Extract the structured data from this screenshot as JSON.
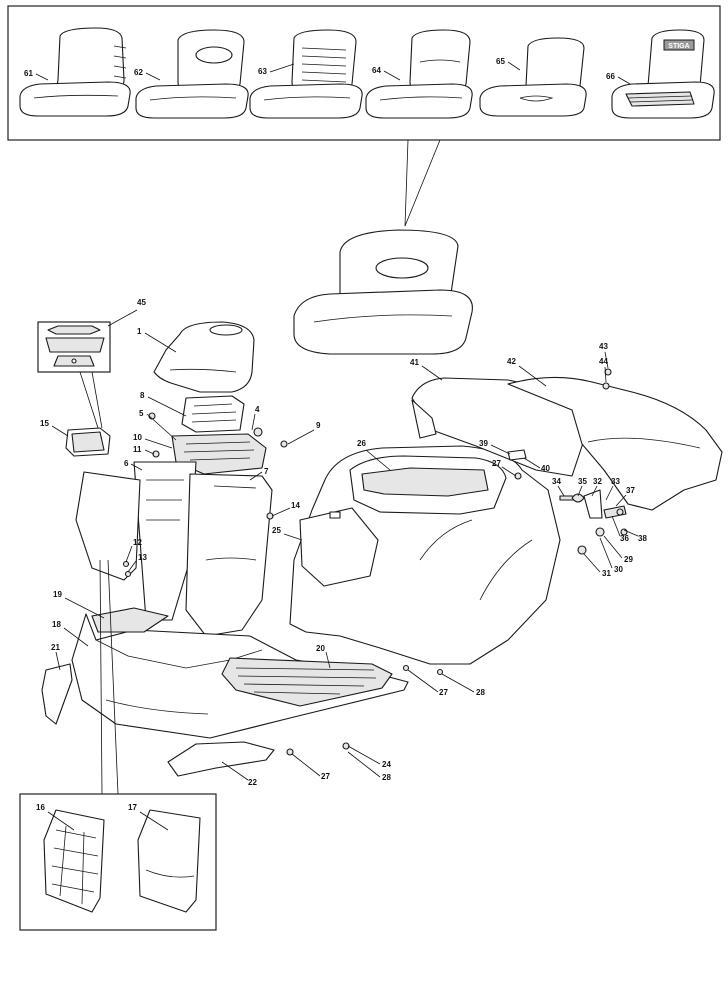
{
  "labels": {
    "seat_options": [
      "61",
      "62",
      "63",
      "64",
      "65",
      "66"
    ],
    "p1": "1",
    "p4": "4",
    "p5": "5",
    "p6": "6",
    "p7": "7",
    "p8": "8",
    "p9": "9",
    "p10": "10",
    "p11": "11",
    "p12": "12",
    "p13": "13",
    "p14": "14",
    "p15": "15",
    "p16": "16",
    "p17": "17",
    "p18": "18",
    "p19": "19",
    "p20": "20",
    "p21": "21",
    "p22": "22",
    "p24": "24",
    "p25": "25",
    "p26": "26",
    "p27a": "27",
    "p27b": "27",
    "p27c": "27",
    "p28a": "28",
    "p28b": "28",
    "p29": "29",
    "p30": "30",
    "p31": "31",
    "p32": "32",
    "p33": "33",
    "p34": "34",
    "p35": "35",
    "p36": "36",
    "p37": "37",
    "p38": "38",
    "p39": "39",
    "p40": "40",
    "p41": "41",
    "p42": "42",
    "p43": "43",
    "p44": "44",
    "p45": "45"
  },
  "logo_text": "STIGA"
}
